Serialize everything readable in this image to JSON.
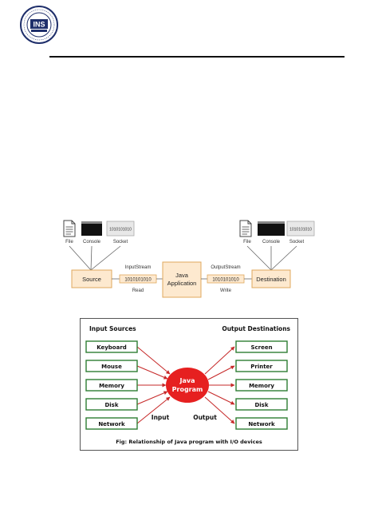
{
  "logo": {
    "text": "INS"
  },
  "diagram1": {
    "left_icons": {
      "file": "File",
      "console": "Console",
      "socket": "Socket",
      "socket_bits": "1010101010"
    },
    "right_icons": {
      "file": "File",
      "console": "Console",
      "socket": "Socket",
      "socket_bits": "1010101010"
    },
    "source": "Source",
    "destination": "Destination",
    "app_line1": "Java",
    "app_line2": "Application",
    "input_stream": "InputStream",
    "output_stream": "OutputStream",
    "read": "Read",
    "write": "Write",
    "bits_left": "1010101010",
    "bits_right": "1010101010"
  },
  "diagram2": {
    "input_header": "Input Sources",
    "output_header": "Output Destinations",
    "inputs": [
      "Keyboard",
      "Mouse",
      "Memory",
      "Disk",
      "Network"
    ],
    "outputs": [
      "Screen",
      "Printer",
      "Memory",
      "Disk",
      "Network"
    ],
    "center_line1": "Java",
    "center_line2": "Program",
    "input_label": "Input",
    "output_label": "Output",
    "caption": "Fig: Relationship of Java program with I/O devices"
  },
  "colors": {
    "box_border": "#2e7d32",
    "center": "#e62020",
    "orange_fill": "#fde9cf",
    "orange_border": "#e0a85c"
  }
}
